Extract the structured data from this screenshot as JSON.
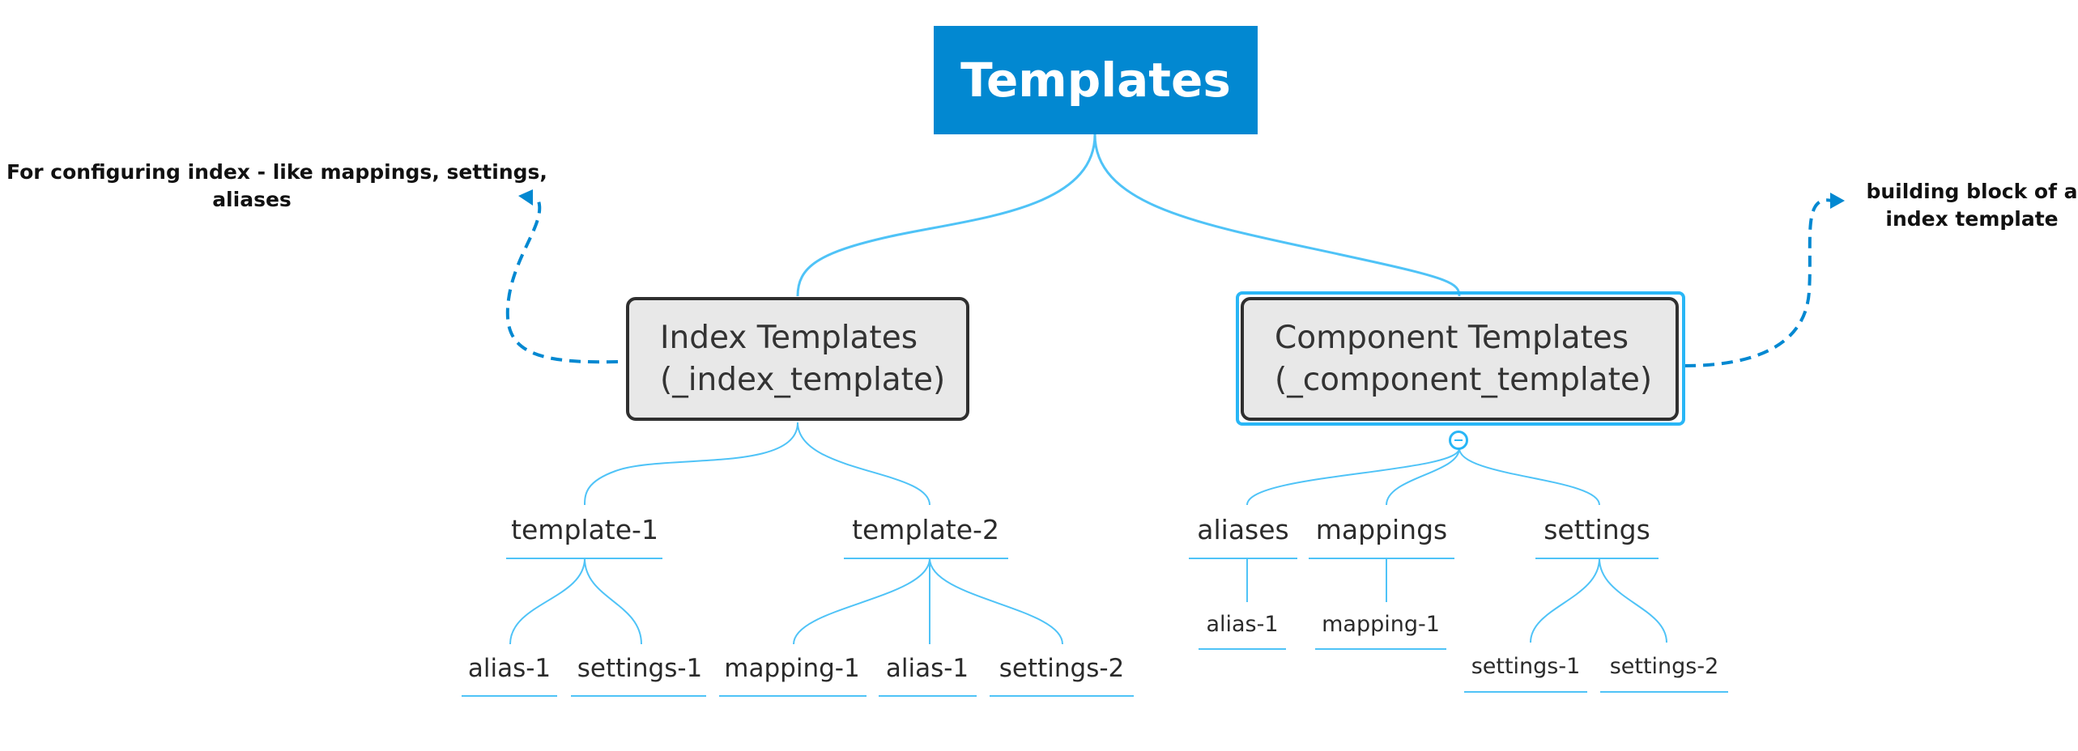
{
  "root": {
    "label": "Templates"
  },
  "branches": {
    "index": {
      "line1": "Index Templates",
      "line2": "(_index_template)",
      "note": [
        "For configuring index - like mappings, settings,",
        "aliases"
      ],
      "children": [
        {
          "label": "template-1",
          "children": [
            "alias-1",
            "settings-1"
          ]
        },
        {
          "label": "template-2",
          "children": [
            "mapping-1",
            "alias-1",
            "settings-2"
          ]
        }
      ]
    },
    "component": {
      "line1": "Component Templates",
      "line2": "(_component_template)",
      "note": [
        "building block of a",
        "index template"
      ],
      "children": [
        {
          "label": "aliases",
          "children": [
            "alias-1"
          ]
        },
        {
          "label": "mappings",
          "children": [
            "mapping-1"
          ]
        },
        {
          "label": "settings",
          "children": [
            "settings-1",
            "settings-2"
          ]
        }
      ]
    }
  },
  "colors": {
    "root": "#0288d1",
    "connector": "#4fc3f7",
    "note_arrow": "#0288d1",
    "box_fill": "#e8e8e8",
    "box_border": "#2f2f2f"
  }
}
